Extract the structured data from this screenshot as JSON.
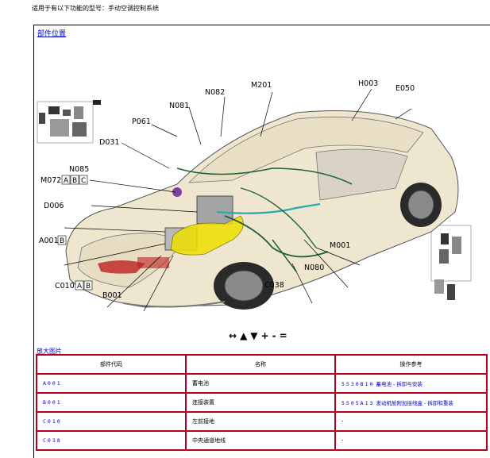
{
  "header": {
    "applies_to": "适用于有以下功能的型号：手动空调控制系统"
  },
  "section": {
    "title": "部件位置"
  },
  "callouts": {
    "H003": "H003",
    "M201": "M201",
    "E050": "E050",
    "N082": "N082",
    "N081": "N081",
    "P061": "P061",
    "D031": "D031",
    "N085": "N085",
    "M072": "M072",
    "D006": "D006",
    "A001": "A001",
    "C010": "C010",
    "B001": "B001",
    "C038": "C038",
    "N080": "N080",
    "M001": "M001",
    "box_A": "A",
    "box_B": "B",
    "box_C": "C"
  },
  "nav": {
    "left_right": "↔",
    "up": "▲",
    "down": "▼",
    "zoom_in": "+",
    "zoom_out": "-",
    "reset": "="
  },
  "enlarge_link": "放大图片",
  "table": {
    "headers": [
      "部件代码",
      "名称",
      "操作参考"
    ],
    "rows": [
      {
        "code": "A001",
        "name": "蓄电池",
        "ref_num": "5530B10",
        "ref_text": "蓄电池 - 拆卸与安装"
      },
      {
        "code": "B001",
        "name": "连接装置",
        "ref_num": "5505A13",
        "ref_text": "发动机舱附加接线盒 - 拆卸和重装"
      },
      {
        "code": "C010",
        "name": "左前接地",
        "ref_num": "",
        "ref_text": "-"
      },
      {
        "code": "C038",
        "name": "中央通道地线",
        "ref_num": "",
        "ref_text": "-"
      }
    ]
  },
  "colors": {
    "link": "#0000cc",
    "table_border": "#b4001e",
    "car_body": "#efe6cf",
    "harness_yellow": "#f0e000",
    "harness_green": "#1f5f3f",
    "harness_cyan": "#2aa9b5"
  }
}
